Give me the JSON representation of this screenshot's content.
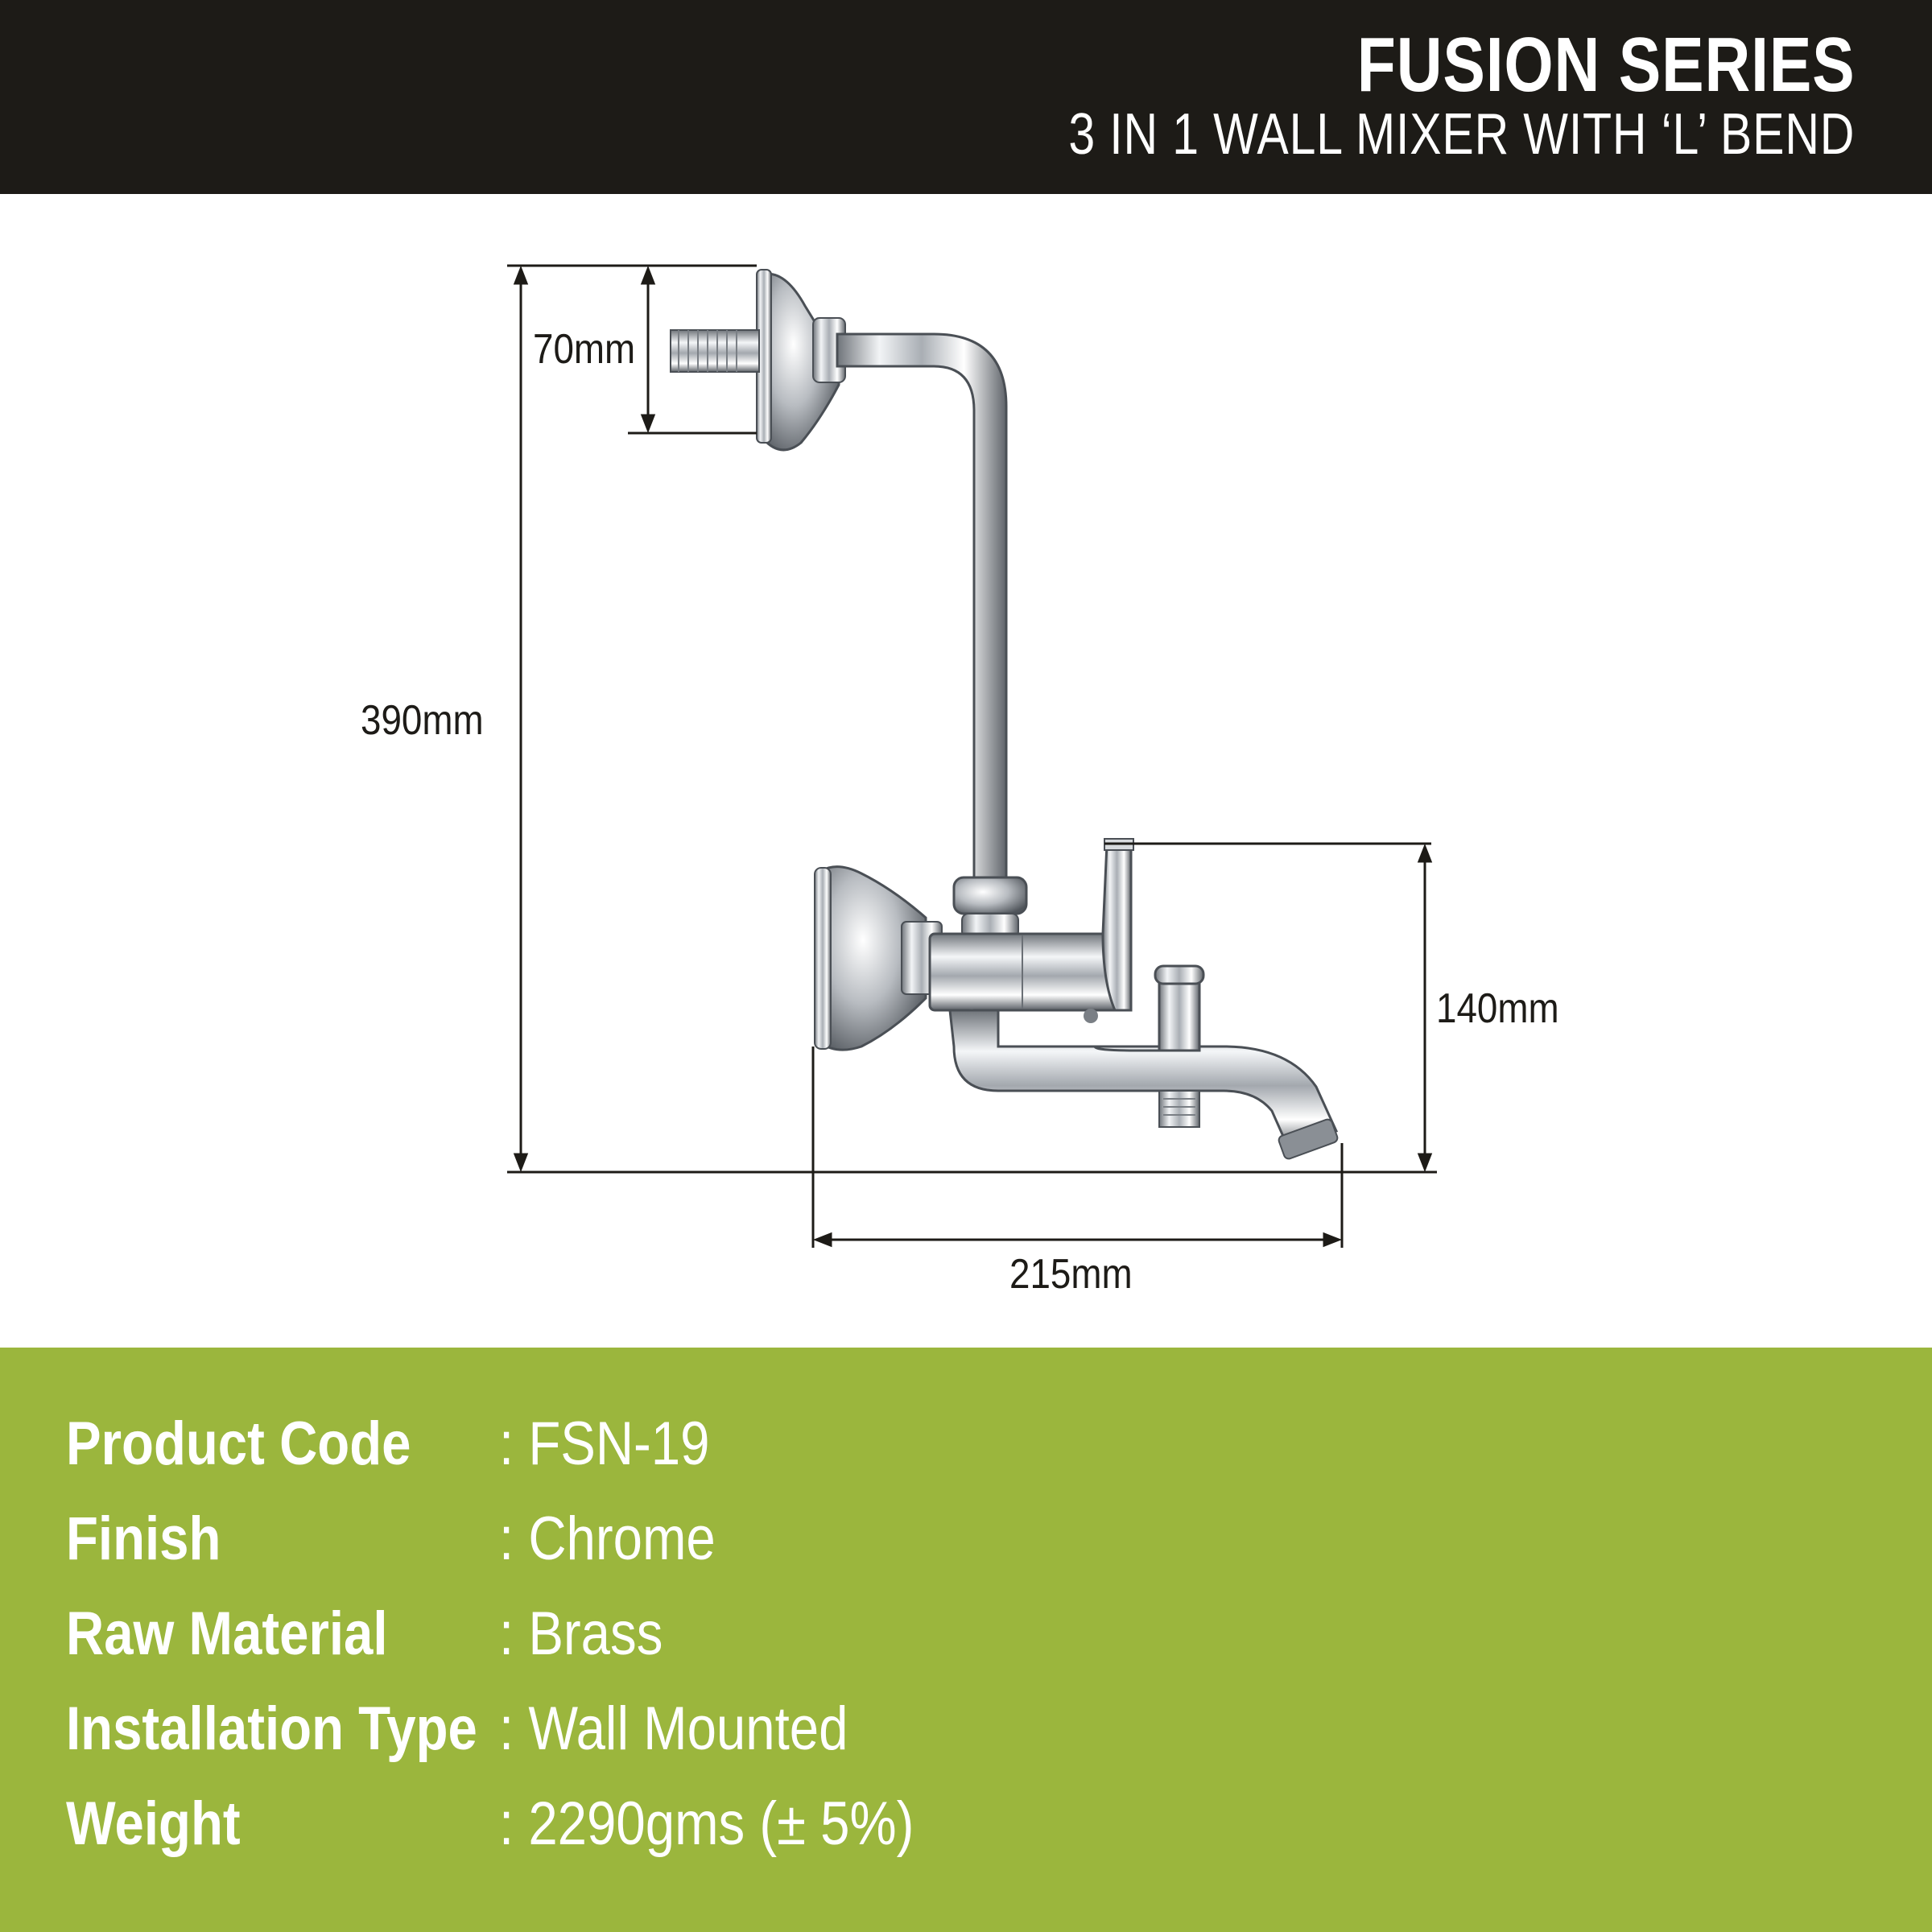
{
  "header": {
    "series": "FUSION SERIES",
    "subtitle": "3 IN 1 WALL MIXER WITH ‘L’ BEND"
  },
  "dimensions": {
    "outlet_depth": "70mm",
    "total_height": "390mm",
    "mixer_height": "140mm",
    "projection": "215mm"
  },
  "specs": [
    {
      "label": "Product Code",
      "value": ": FSN-19"
    },
    {
      "label": "Finish",
      "value": ": Chrome"
    },
    {
      "label": "Raw Material",
      "value": ": Brass"
    },
    {
      "label": "Installation Type",
      "value": ": Wall Mounted"
    },
    {
      "label": "Weight",
      "value": ": 2290gms (± 5%)"
    }
  ],
  "colors": {
    "header_bg": "#1d1b17",
    "spec_bg": "#9bb63d",
    "chrome": "#c9ccd0"
  }
}
